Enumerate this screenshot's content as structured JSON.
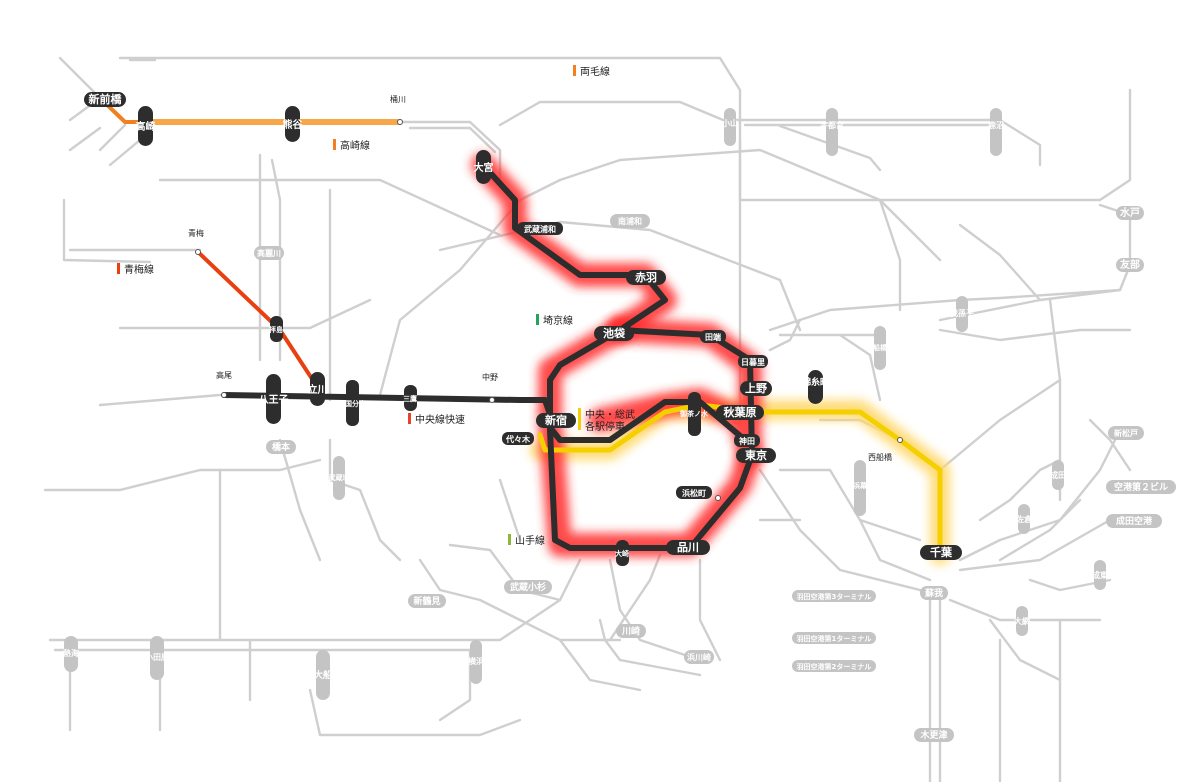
{
  "colors": {
    "glow_red": "#ff2a2a",
    "glow_orange": "#ffb060",
    "glow_yellow": "#ffd86a",
    "line_black": "#2d2d2d",
    "line_yellow": "#f5d000",
    "line_orange": "#f08020",
    "line_red": "#e84010",
    "grey_rail": "#c8c8c8",
    "grey_label": "#c4c4c4",
    "chuo_line": "#e8432a",
    "ryomo_line": "#f08020",
    "saikyo_line": "#22a55a",
    "yamanote_line": "#8cb83c",
    "sobu_line": "#f5d000"
  },
  "legend": {
    "ryomo": "両毛線",
    "takasaki": "高崎線",
    "ome": "青梅線",
    "saikyo": "埼京線",
    "chuo_rapid": "中央線快速",
    "chuo_sobu_local": "中央・総武",
    "chuo_sobu_local_2": "各駅停車",
    "yamanote": "山手線"
  },
  "major_stations": {
    "shinmaebashi": "新前橋",
    "takasaki": "高崎",
    "kumagaya": "熊谷",
    "omiya": "大宮",
    "akabane": "赤羽",
    "ikebukuro": "池袋",
    "shinjuku": "新宿",
    "tachikawa": "立川",
    "hachioji": "八王子",
    "ueno": "上野",
    "akihabara": "秋葉原",
    "tokyo": "東京",
    "shinagawa": "品川",
    "kinshicho": "錦糸町",
    "chiba": "千葉"
  },
  "minor_stations": {
    "okegawa": "桶川",
    "musashiurawa": "武蔵浦和",
    "tabata": "田端",
    "nippori": "日暮里",
    "ome": "青梅",
    "haijima": "拝島",
    "takao": "高尾",
    "nishikokubunji": "西国分寺",
    "mitaka": "三鷹",
    "nakano": "中野",
    "yoyogi": "代々木",
    "ochanomizu": "御茶ノ水",
    "kanda": "神田",
    "hamamatsucho": "浜松町",
    "osaki": "大崎",
    "nishifunabashi": "西船橋"
  },
  "grey_labels": {
    "oyama": "小山",
    "utsunomiya": "宇都宮",
    "kanuma": "鹿沼",
    "mito": "水戸",
    "tomobe": "友部",
    "hachioji_b": "高麗川",
    "minami_urawa": "南浦和",
    "abiko": "我孫子",
    "narita": "成田",
    "sakura": "佐倉",
    "airport2": "空港第２ビル",
    "narita_airport": "成田空港",
    "soga": "蘇我",
    "kisarazu": "木更津",
    "narutou": "成東",
    "oami": "大網",
    "hashimoto": "橋本",
    "musashikosugi": "武蔵小杉",
    "shinkawasaki": "新鶴見",
    "nishifu": "新松戸",
    "kawasaki": "川崎",
    "ofuna": "大船",
    "odawara": "小田原",
    "atami": "熱海",
    "yokohama": "横浜",
    "haneda3": "羽田空港第3ターミナル",
    "haneda1": "羽田空港第1ターミナル",
    "haneda2": "羽田空港第2ターミナル",
    "hamamatsucho_b": "浜川崎",
    "funabashi": "船橋",
    "kaihin": "海浜幕張",
    "mitaka_b": "武蔵境"
  }
}
